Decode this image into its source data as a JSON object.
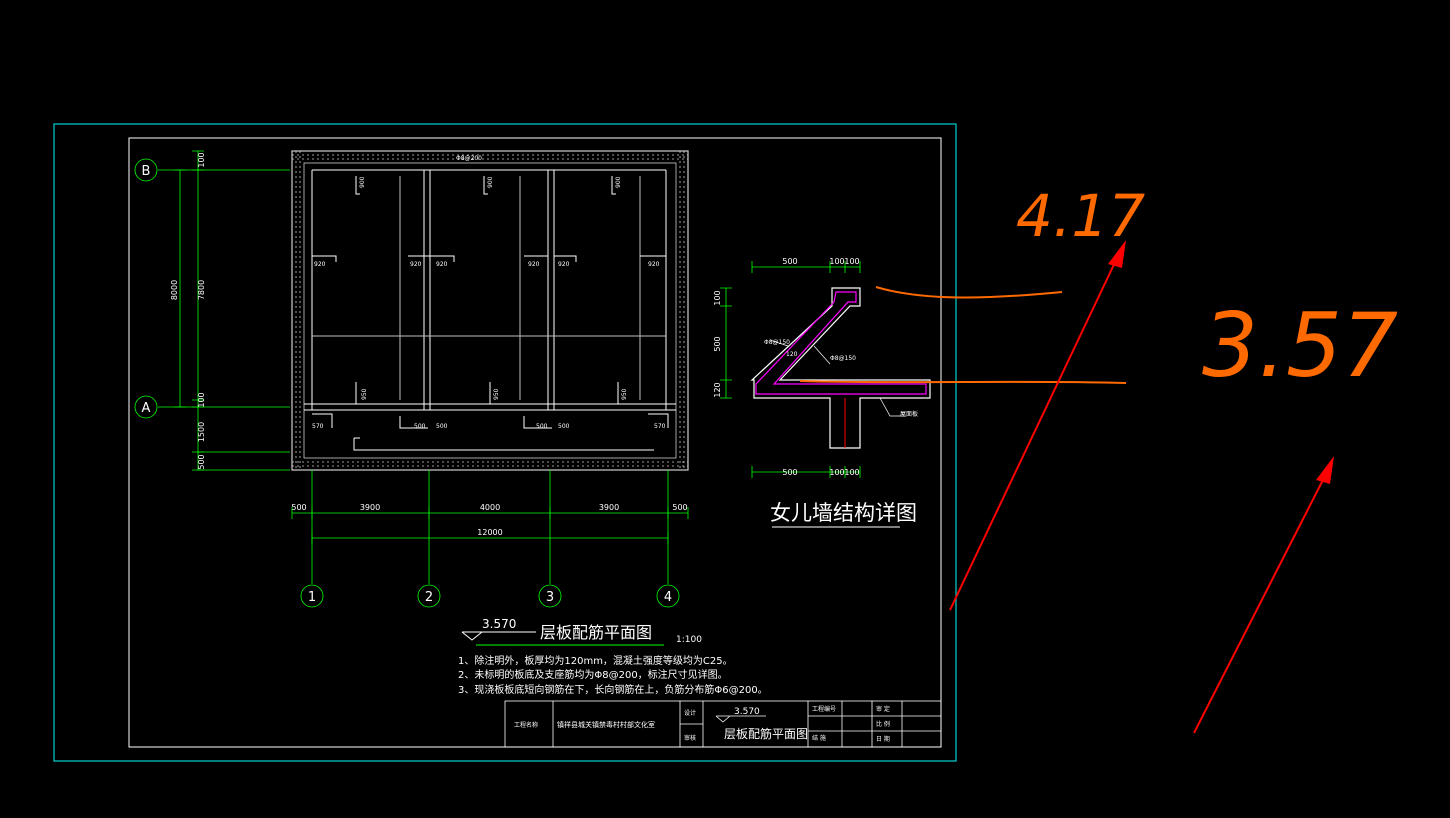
{
  "colors": {
    "background": "#000000",
    "frame": "#00d2d2",
    "sheet_border": "#ffffff",
    "dim": "#00ff00",
    "grid": "#00ff00",
    "rebar": "#ffffff",
    "hatch": "#d8d8d8",
    "magenta": "#ff00ff",
    "annotation_orange": "#ff6a00",
    "annotation_red": "#ff0000"
  },
  "axes": {
    "rows": [
      "B",
      "A"
    ],
    "columns": [
      "1",
      "2",
      "3",
      "4"
    ]
  },
  "dimensions": {
    "bottom_spans": [
      "500",
      "3900",
      "4000",
      "3900",
      "500"
    ],
    "bottom_total": "12000",
    "left_outer": "8000",
    "left_inner": "7800",
    "left_top": "100",
    "left_mid": "100",
    "left_low": "1500",
    "left_bottom": "500"
  },
  "plan_labels": {
    "span_920": "920",
    "bar_950": "950",
    "bar_500": "500",
    "bar_570": "570",
    "bar_900": "900",
    "top_bar": "Φ8@200"
  },
  "plan_title": {
    "level": "3.570",
    "name": "层板配筋平面图",
    "scale": "1:100"
  },
  "notes": [
    "1、除注明外，板厚均为120mm，混凝土强度等级均为C25。",
    "2、未标明的板底及支座筋均为Φ8@200，标注尺寸见详图。",
    "3、现浇板板底短向钢筋在下，长向钢筋在上，负筋分布筋Φ6@200。"
  ],
  "detail": {
    "title": "女儿墙结构详图",
    "dim_top": [
      "500",
      "100",
      "100"
    ],
    "dim_bottom": [
      "500",
      "100",
      "100"
    ],
    "dim_left": [
      "100",
      "500",
      "120"
    ],
    "bar_left": "Φ8@150",
    "bar_right": "Φ8@150",
    "bar_mid": "120",
    "callout": "屋面板"
  },
  "title_block": {
    "cell_project_label": "工程名称",
    "cell_project": "镇祥县城关镇禁毒村村部文化室",
    "cell_design": "设计",
    "cell_check": "审核",
    "cell_level": "3.570",
    "cell_drawing": "层板配筋平面图",
    "cell_no": "工程编号",
    "cell_sheet": "结  施",
    "cell_date": "日 期",
    "cell_ratio": "比 例",
    "cell_review": "审 定"
  },
  "annotations": {
    "upper_value": "4.17",
    "lower_value": "3.57"
  }
}
